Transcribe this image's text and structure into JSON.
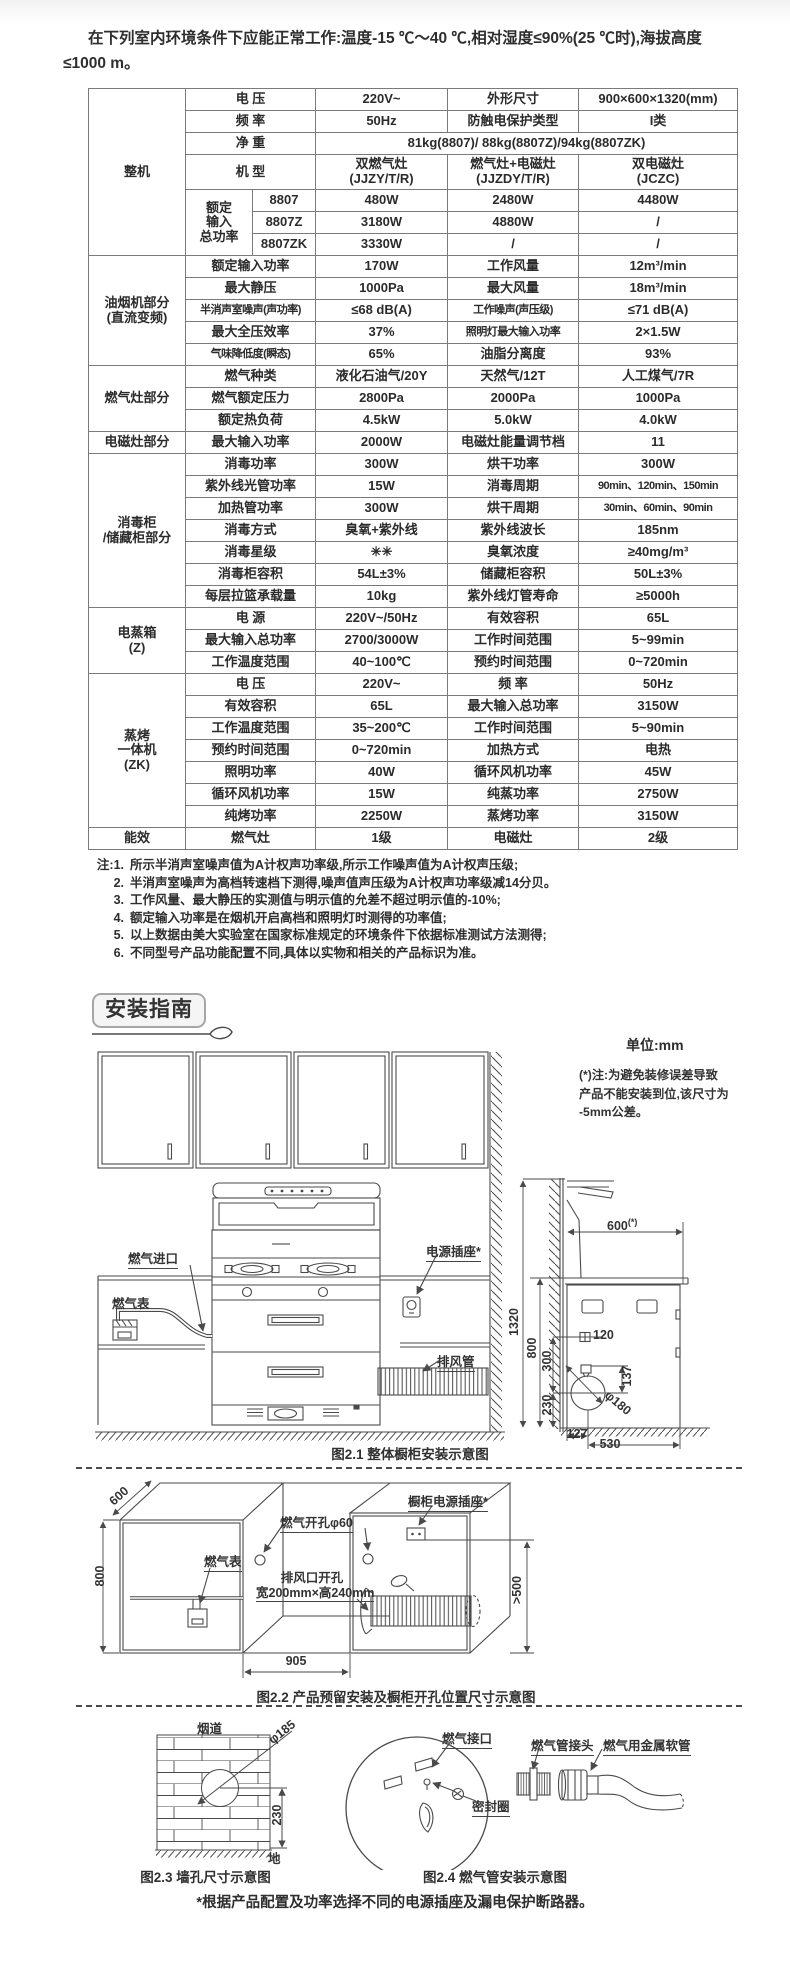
{
  "intro": "在下列室内环境条件下应能正常工作:温度-15 ℃～40 ℃,相对湿度≤90%(25 ℃时),海拔高度≤1000 m。",
  "spec": {
    "sec": [
      "整机",
      "油烟机部分\n(直流变频)",
      "燃气灶部分",
      "电磁灶部分",
      "消毒柜\n/储藏柜部分",
      "电蒸箱\n(Z)",
      "蒸烤\n一体机\n(ZK)",
      "能效"
    ],
    "r0": [
      "电  压",
      "220V~",
      "外形尺寸",
      "900×600×1320(mm)"
    ],
    "r1": [
      "频  率",
      "50Hz",
      "防触电保护类型",
      "I类"
    ],
    "r2": [
      "净  重",
      "81kg(8807)/ 88kg(8807Z)/94kg(8807ZK)"
    ],
    "r3": [
      "机  型",
      "双燃气灶\n(JJZY/T/R)",
      "燃气灶+电磁灶\n(JJZDY/T/R)",
      "双电磁灶\n(JCZC)"
    ],
    "r4": [
      "额定\n输入\n总功率",
      "8807",
      "480W",
      "2480W",
      "4480W"
    ],
    "r5": [
      "8807Z",
      "3180W",
      "4880W",
      "/"
    ],
    "r6": [
      "8807ZK",
      "3330W",
      "/",
      "/"
    ],
    "r7": [
      "额定输入功率",
      "170W",
      "工作风量",
      "12m³/min"
    ],
    "r8": [
      "最大静压",
      "1000Pa",
      "最大风量",
      "18m³/min"
    ],
    "r9": [
      "半消声室噪声(声功率)",
      "≤68 dB(A)",
      "工作噪声(声压级)",
      "≤71 dB(A)"
    ],
    "r10": [
      "最大全压效率",
      "37%",
      "照明灯最大输入功率",
      "2×1.5W"
    ],
    "r11": [
      "气味降低度(瞬态)",
      "65%",
      "油脂分离度",
      "93%"
    ],
    "r12": [
      "燃气种类",
      "液化石油气/20Y",
      "天然气/12T",
      "人工煤气/7R"
    ],
    "r13": [
      "燃气额定压力",
      "2800Pa",
      "2000Pa",
      "1000Pa"
    ],
    "r14": [
      "额定热负荷",
      "4.5kW",
      "5.0kW",
      "4.0kW"
    ],
    "r15": [
      "最大输入功率",
      "2000W",
      "电磁灶能量调节档",
      "11"
    ],
    "r16": [
      "消毒功率",
      "300W",
      "烘干功率",
      "300W"
    ],
    "r17": [
      "紫外线光管功率",
      "15W",
      "消毒周期",
      "90min、120min、150min"
    ],
    "r18": [
      "加热管功率",
      "300W",
      "烘干周期",
      "30min、60min、90min"
    ],
    "r19": [
      "消毒方式",
      "臭氧+紫外线",
      "紫外线波长",
      "185nm"
    ],
    "r20": [
      "消毒星级",
      "✳✳",
      "臭氧浓度",
      "≥40mg/m³"
    ],
    "r21": [
      "消毒柜容积",
      "54L±3%",
      "储藏柜容积",
      "50L±3%"
    ],
    "r22": [
      "每层拉篮承载量",
      "10kg",
      "紫外线灯管寿命",
      "≥5000h"
    ],
    "r23": [
      "电  源",
      "220V~/50Hz",
      "有效容积",
      "65L"
    ],
    "r24": [
      "最大输入总功率",
      "2700/3000W",
      "工作时间范围",
      "5~99min"
    ],
    "r25": [
      "工作温度范围",
      "40~100℃",
      "预约时间范围",
      "0~720min"
    ],
    "r26": [
      "电  压",
      "220V~",
      "频  率",
      "50Hz"
    ],
    "r27": [
      "有效容积",
      "65L",
      "最大输入总功率",
      "3150W"
    ],
    "r28": [
      "工作温度范围",
      "35~200℃",
      "工作时间范围",
      "5~90min"
    ],
    "r29": [
      "预约时间范围",
      "0~720min",
      "加热方式",
      "电热"
    ],
    "r30": [
      "照明功率",
      "40W",
      "循环风机功率",
      "45W"
    ],
    "r31": [
      "循环风机功率",
      "15W",
      "纯蒸功率",
      "2750W"
    ],
    "r32": [
      "纯烤功率",
      "2250W",
      "蒸烤功率",
      "3150W"
    ],
    "r33": [
      "燃气灶",
      "1级",
      "电磁灶",
      "2级"
    ]
  },
  "notes": {
    "items": [
      {
        "no": "注:1.",
        "text": "所示半消声室噪声值为A计权声功率级,所示工作噪声值为A计权声压级;"
      },
      {
        "no": "2.",
        "text": "半消声室噪声为高档转速档下测得,噪声值声压级为A计权声功率级减14分贝。"
      },
      {
        "no": "3.",
        "text": "工作风量、最大静压的实测值与明示值的允差不超过明示值的-10%;"
      },
      {
        "no": "4.",
        "text": "额定输入功率是在烟机开启高档和照明灯时测得的功率值;"
      },
      {
        "no": "5.",
        "text": "以上数据由美大实验室在国家标准规定的环境条件下依据标准测试方法测得;"
      },
      {
        "no": "6.",
        "text": "不同型号产品功能配置不同,具体以实物和相关的产品标识为准。"
      }
    ]
  },
  "install": {
    "badge": "安装指南",
    "unit": "单位:mm",
    "star_note": "(*)注:为避免装修误差导致\n产品不能安装到位,该尺寸为\n-5mm公差。",
    "footer": "*根据产品配置及功率选择不同的电源插座及漏电保护断路器。"
  },
  "fig21": {
    "caption": "图2.1 整体橱柜安装示意图",
    "gas_inlet": "燃气进口",
    "gas_meter": "燃气表",
    "socket": "电源插座*",
    "duct": "排风管",
    "d600": "600",
    "d600_sup": "(*)",
    "d1320": "1320",
    "d800": "800",
    "d300": "300",
    "d230": "230",
    "d120": "120",
    "d137": "137",
    "d180": "φ180",
    "d127": "127",
    "d530": "530"
  },
  "fig22": {
    "caption": "图2.2 产品预留安装及橱柜开孔位置尺寸示意图",
    "d600": "600",
    "d800": "800",
    "gas_meter": "燃气表",
    "gas_hole": "燃气开孔φ60",
    "vent1": "排风口开孔",
    "vent2": "宽200mm×高240mm",
    "socket": "橱柜电源插座*",
    "d500": ">500",
    "d905": "905"
  },
  "fig23": {
    "caption": "图2.3 墙孔尺寸示意图",
    "flue": "烟道",
    "d185": "φ185",
    "d230": "230",
    "ground": "地"
  },
  "fig24": {
    "caption": "图2.4 燃气管安装示意图",
    "port": "燃气接口",
    "seal": "密封圈",
    "joint": "燃气管接头",
    "hose": "燃气用金属软管"
  }
}
